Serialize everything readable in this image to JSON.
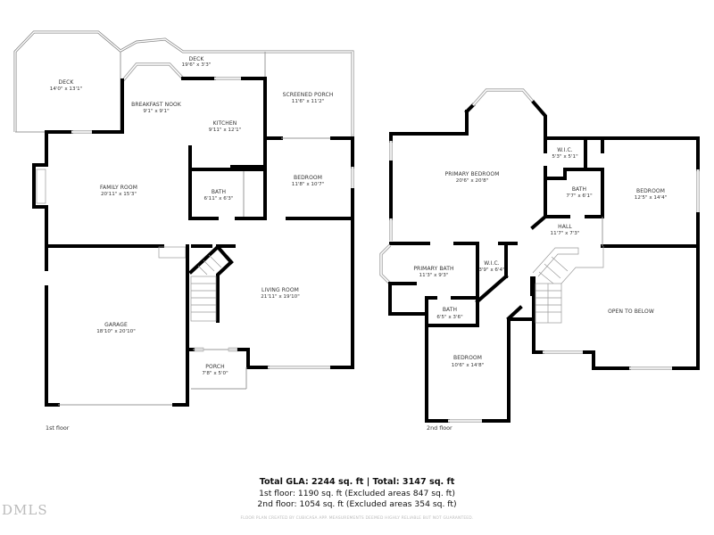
{
  "floor_plan": {
    "first_floor": {
      "label": "1st floor",
      "rooms": [
        {
          "name": "DECK",
          "dims": "14'0\" x 13'1\""
        },
        {
          "name": "DECK",
          "dims": "19'6\" x 3'3\""
        },
        {
          "name": "BREAKFAST NOOK",
          "dims": "9'1\" x 9'1\""
        },
        {
          "name": "KITCHEN",
          "dims": "9'11\" x 12'1\""
        },
        {
          "name": "SCREENED PORCH",
          "dims": "11'6\" x 11'2\""
        },
        {
          "name": "FAMILY ROOM",
          "dims": "20'11\" x 15'3\""
        },
        {
          "name": "BATH",
          "dims": "6'11\" x 6'3\""
        },
        {
          "name": "BEDROOM",
          "dims": "11'8\" x 10'7\""
        },
        {
          "name": "GARAGE",
          "dims": "18'10\" x 20'10\""
        },
        {
          "name": "LIVING ROOM",
          "dims": "21'11\" x 19'10\""
        },
        {
          "name": "PORCH",
          "dims": "7'8\" x 5'0\""
        }
      ]
    },
    "second_floor": {
      "label": "2nd floor",
      "rooms": [
        {
          "name": "PRIMARY BEDROOM",
          "dims": "20'6\" x 20'8\""
        },
        {
          "name": "W.I.C.",
          "dims": "5'3\" x 5'1\""
        },
        {
          "name": "BATH",
          "dims": "7'7\" x 6'1\""
        },
        {
          "name": "BEDROOM",
          "dims": "12'5\" x 14'4\""
        },
        {
          "name": "HALL",
          "dims": "11'7\" x 7'3\""
        },
        {
          "name": "PRIMARY BATH",
          "dims": "11'3\" x 9'3\""
        },
        {
          "name": "W.I.C.",
          "dims": "3'9\" x 6'4\""
        },
        {
          "name": "BATH",
          "dims": "6'5\" x 3'6\""
        },
        {
          "name": "BEDROOM",
          "dims": "10'6\" x 14'8\""
        },
        {
          "name": "OPEN TO BELOW",
          "dims": ""
        }
      ]
    }
  },
  "summary": {
    "title": "Total GLA: 2244 sq. ft | Total: 3147 sq. ft",
    "first_floor": "1st floor: 1190 sq. ft (Excluded areas 847 sq. ft)",
    "second_floor": "2nd floor: 1054 sq. ft (Excluded areas 354 sq. ft)",
    "disclaimer": "FLOOR PLAN CREATED BY CUBICASA APP. MEASUREMENTS DEEMED HIGHLY RELIABLE BUT NOT GUARANTEED."
  },
  "watermark": "DMLS"
}
